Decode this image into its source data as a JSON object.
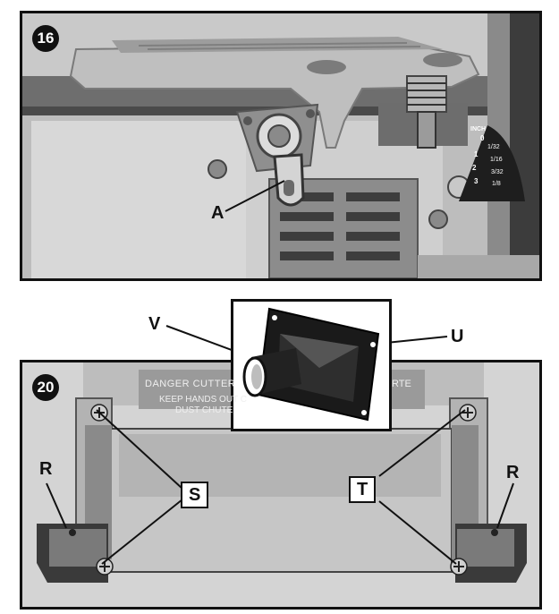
{
  "figures": {
    "fig16": {
      "number": "16"
    },
    "fig20": {
      "number": "20"
    }
  },
  "callouts": {
    "A": "A",
    "V": "V",
    "U": "U",
    "R_left": "R",
    "R_right": "R",
    "S": "S",
    "T": "T"
  },
  "gauge": {
    "unit": "INCH",
    "marks": [
      "0",
      "1/32",
      "1",
      "1/16",
      "2",
      "3/32",
      "3",
      "1/8"
    ]
  },
  "decal": {
    "line1a": "DANGER CUTTER",
    "line1b": "RTE",
    "line2": "KEEP HANDS OUT C",
    "line3": "DUST CHUTE"
  }
}
